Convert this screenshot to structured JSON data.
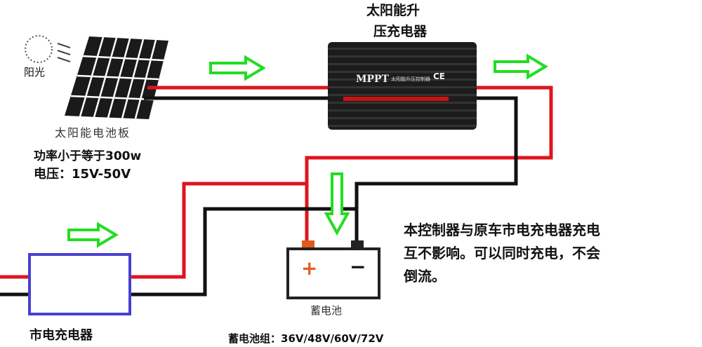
{
  "controller": {
    "title_line1": "太阳能升",
    "title_line2": "压充电器",
    "brand": "MPPT",
    "device_label": "太阳能升压控制器",
    "mark": "CE"
  },
  "sun": {
    "label": "阳光"
  },
  "panel": {
    "label": "太阳能电池板",
    "power": "功率小于等于300w",
    "voltage": "电压：15V-50V"
  },
  "charger": {
    "label": "市电充电器"
  },
  "battery": {
    "label": "蓄电池",
    "plus": "+",
    "minus": "−",
    "group": "蓄电池组：36V/48V/60V/72V"
  },
  "note": {
    "line1": "本控制器与原车市电充电器充电",
    "line2": "互不影响。可以同时充电，不会",
    "line3": "倒流。"
  },
  "colors": {
    "positive": "#e0141e",
    "negative": "#111111",
    "arrow": "#22dd22",
    "charger_border": "#4a3fd0"
  }
}
